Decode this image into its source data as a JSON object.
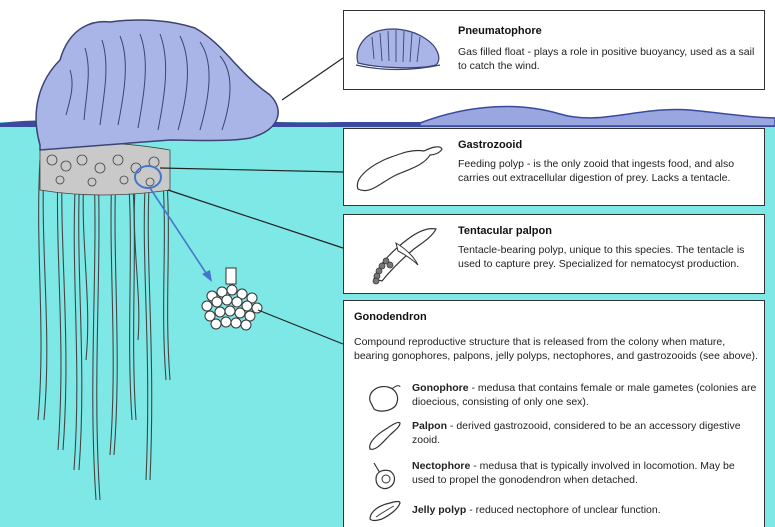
{
  "colors": {
    "float_fill": "#a9b5e6",
    "float_stroke": "#3b4373",
    "water": "#7ee8e6",
    "wave_dark": "#3a4aa0",
    "wave_light": "#9aa6e0",
    "arrow": "#4477cc"
  },
  "callouts": {
    "pneumatophore": {
      "title": "Pneumatophore",
      "description": "Gas filled float - plays a role in positive buoyancy, used as a sail to catch the wind.",
      "icon": "float-icon"
    },
    "gastrozooid": {
      "title": "Gastrozooid",
      "description": "Feeding polyp - is the only zooid that ingests food, and also carries out extracellular digestion of prey. Lacks a tentacle.",
      "icon": "feeding-polyp-icon"
    },
    "tentacular_palpon": {
      "title": "Tentacular palpon",
      "description": "Tentacle-bearing polyp, unique to this species. The tentacle is used to capture prey. Specialized for nematocyst production.",
      "icon": "tentacle-polyp-icon"
    },
    "gonodendron": {
      "title": "Gonodendron",
      "description": "Compound reproductive structure that is released from the colony when mature, bearing gonophores, palpons, jelly polyps, nectophores, and gastrozooids (see above).",
      "items": [
        {
          "name": "Gonophore",
          "text": " - medusa that contains female or male gametes (colonies are dioecious, consisting of only one sex).",
          "icon": "gonophore-icon"
        },
        {
          "name": "Palpon",
          "text": " - derived gastrozooid, considered to be an accessory digestive zooid.",
          "icon": "palpon-icon"
        },
        {
          "name": "Nectophore",
          "text": " - medusa that is typically involved in locomotion. May be used to propel the gonodendron when detached.",
          "icon": "nectophore-icon"
        },
        {
          "name": "Jelly polyp",
          "text": " - reduced nectophore of unclear function.",
          "icon": "jelly-polyp-icon"
        }
      ]
    }
  }
}
